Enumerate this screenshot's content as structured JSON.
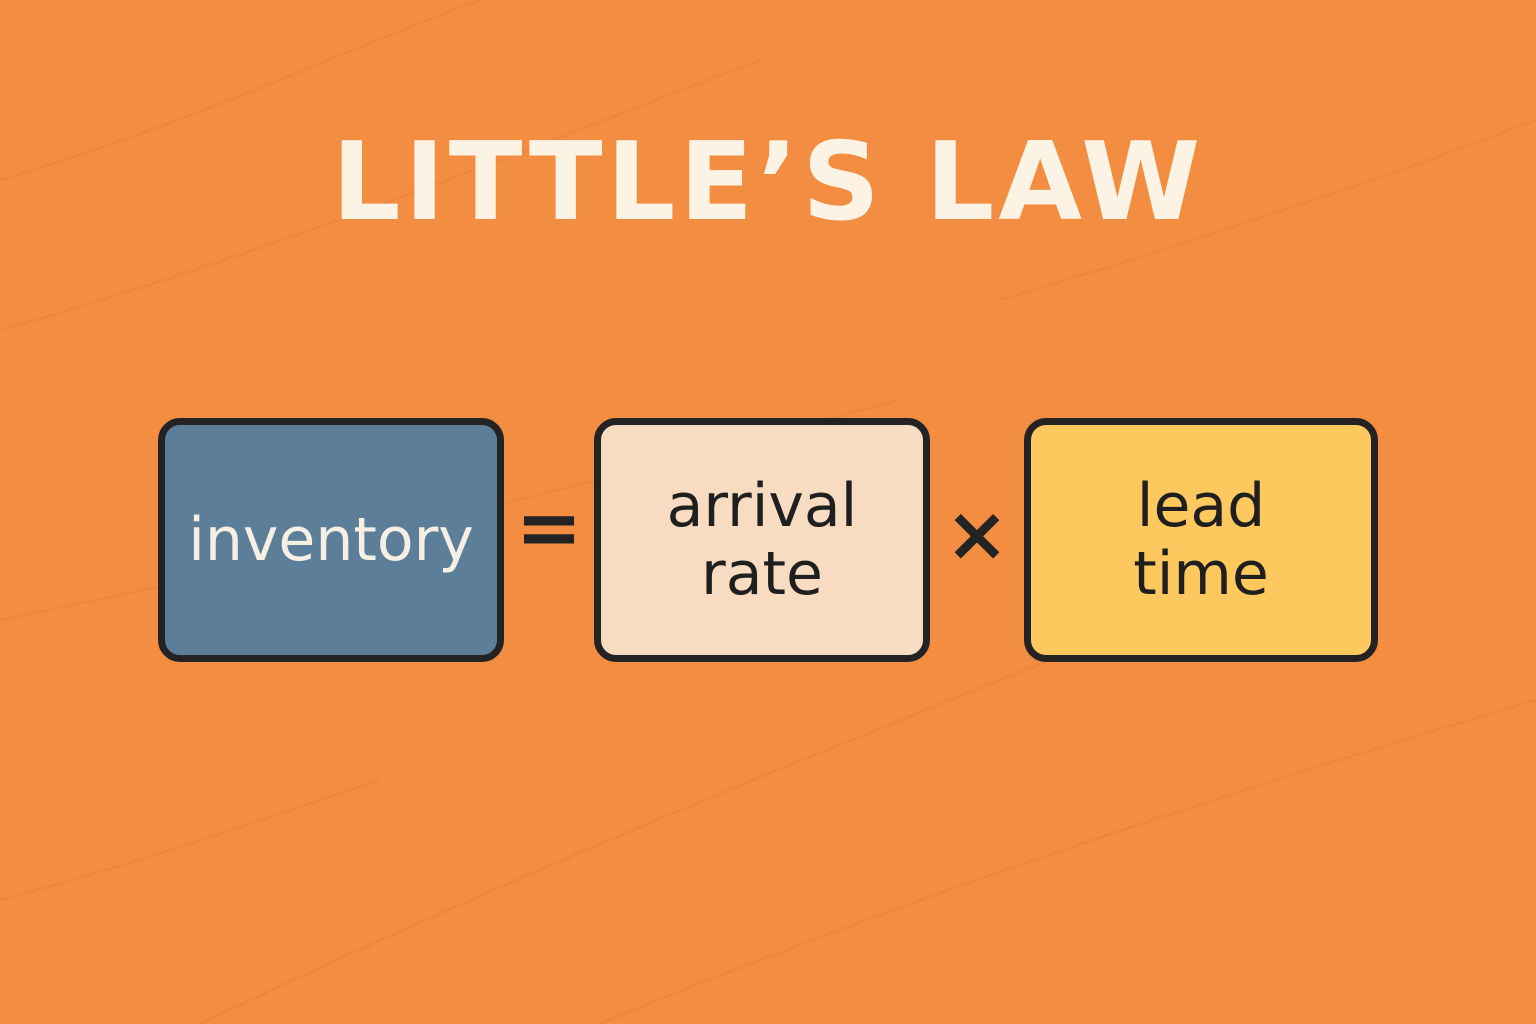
{
  "title": "LITTLE’S LAW",
  "colors": {
    "background": "#F28D42",
    "title": "#FCF3E4",
    "border": "#232323",
    "inventory_fill": "#5C7E99",
    "arrival_fill": "#F8DCC2",
    "lead_fill": "#FDC95E"
  },
  "equation": {
    "lhs": "inventory",
    "equals": "=",
    "term1": "arrival\nrate",
    "times": "×",
    "term2": "lead\ntime"
  }
}
